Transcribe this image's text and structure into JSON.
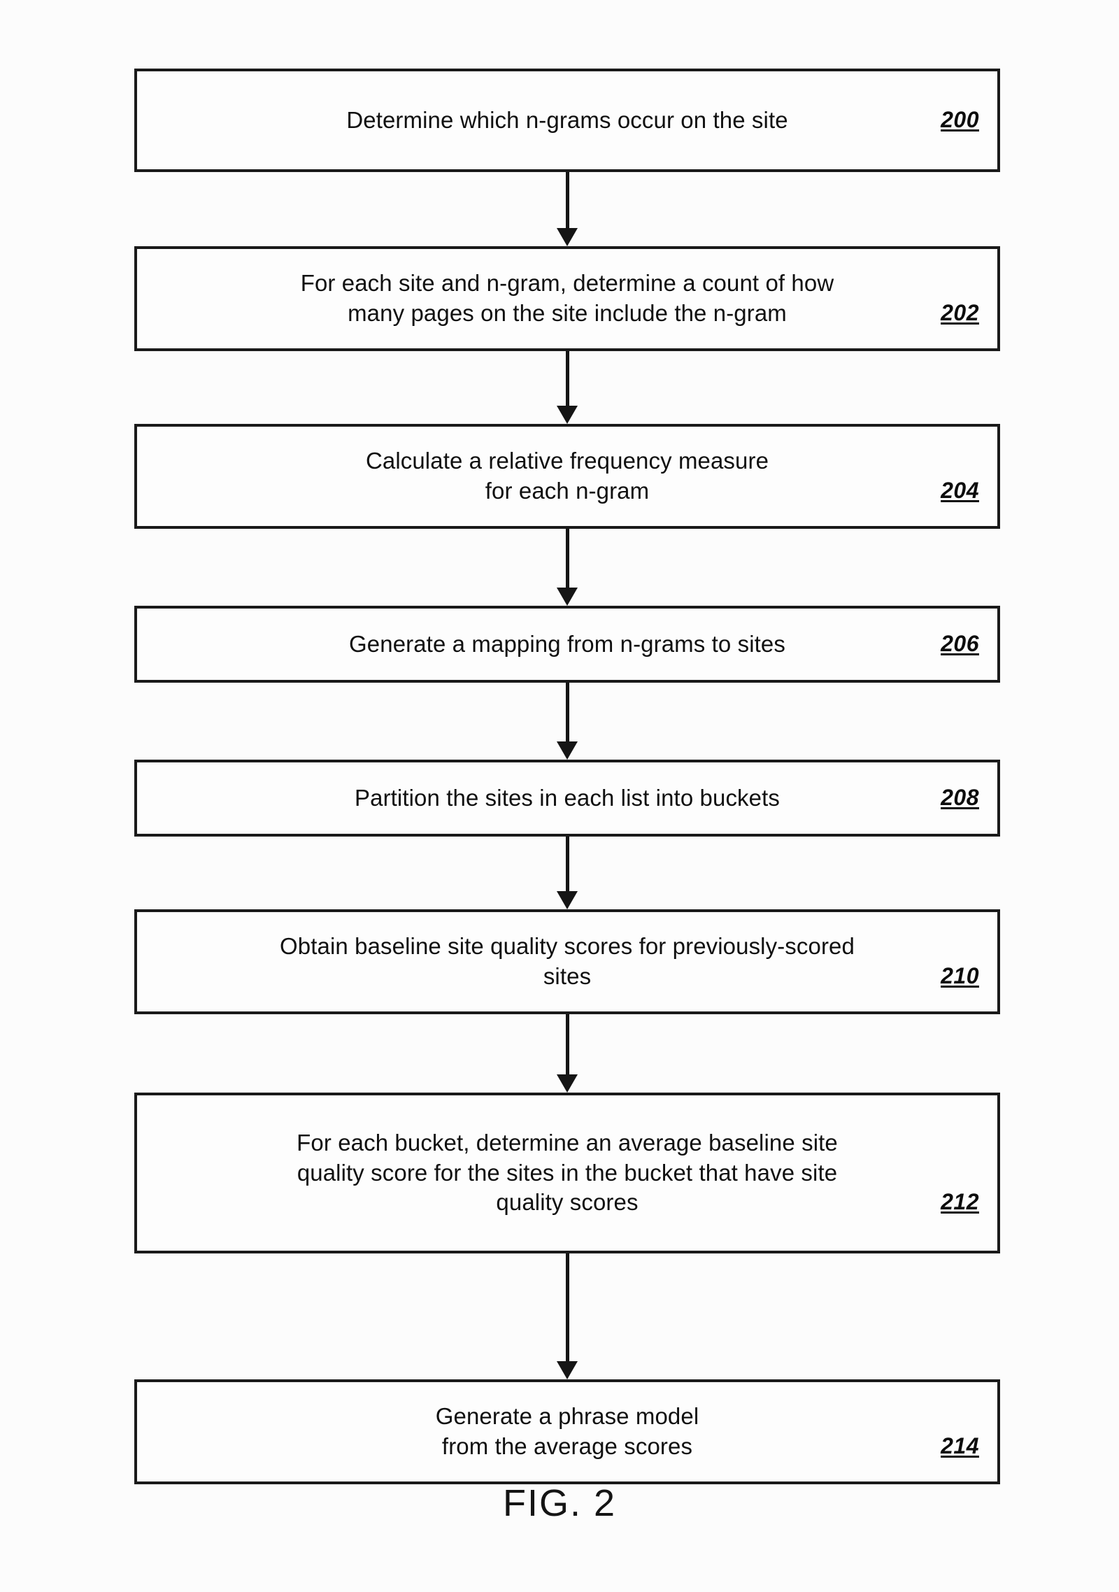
{
  "figure": {
    "caption": "FIG. 2",
    "ink_color": "#151515",
    "paper_color": "#fcfcfc"
  },
  "flowchart": {
    "steps": [
      {
        "ref": "200",
        "lines": [
          "Determine which n-grams occur on the site"
        ],
        "name": "step-determine-ngrams"
      },
      {
        "ref": "202",
        "lines": [
          "For each site and n-gram, determine a count of how",
          "many pages on the site include the n-gram"
        ],
        "name": "step-count-pages"
      },
      {
        "ref": "204",
        "lines": [
          "Calculate a relative frequency measure",
          "for each n-gram"
        ],
        "name": "step-relative-frequency"
      },
      {
        "ref": "206",
        "lines": [
          "Generate a mapping from n-grams to sites"
        ],
        "name": "step-generate-mapping"
      },
      {
        "ref": "208",
        "lines": [
          "Partition the sites in each list into buckets"
        ],
        "name": "step-partition-buckets"
      },
      {
        "ref": "210",
        "lines": [
          "Obtain baseline site quality scores for previously-scored",
          "sites"
        ],
        "name": "step-obtain-baseline-scores"
      },
      {
        "ref": "212",
        "lines": [
          "For each bucket, determine an average baseline site",
          "quality score for the sites in the bucket that have site",
          "quality scores"
        ],
        "name": "step-average-baseline-score"
      },
      {
        "ref": "214",
        "lines": [
          "Generate a phrase model",
          "from the average scores"
        ],
        "name": "step-generate-phrase-model"
      }
    ]
  }
}
